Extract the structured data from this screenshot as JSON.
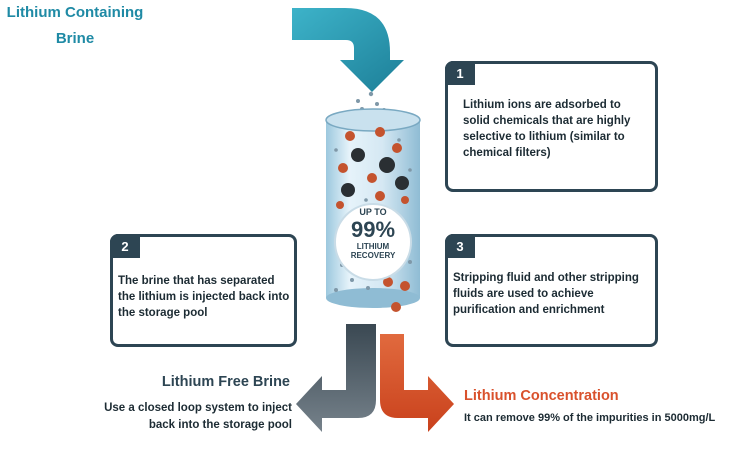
{
  "input": {
    "line1": "Lithium Containing",
    "line2": "Brine"
  },
  "column": {
    "line1": "UP TO",
    "percent": "99%",
    "line3": "LITHIUM",
    "line4": "RECOVERY"
  },
  "steps": [
    {
      "number": "1",
      "text": "Lithium ions are adsorbed to solid chemicals that are highly selective to lithium (similar to chemical filters)"
    },
    {
      "number": "2",
      "text": "The brine that has separated the lithium is injected back into the storage pool"
    },
    {
      "number": "3",
      "text": "Stripping fluid and other stripping fluids are used to achieve purification and enrichment"
    }
  ],
  "outputs": {
    "free": {
      "title": "Lithium Free Brine",
      "desc": "Use a closed loop system to inject back into the storage pool"
    },
    "concentration": {
      "title": "Lithium Concentration",
      "desc": "It can remove 99% of the impurities in 5000mg/L"
    }
  },
  "colors": {
    "teal": "#1f8aa5",
    "dark": "#2d4553",
    "orange": "#d9512c",
    "grey_arrow": "#5a6670",
    "particle": "#c4532e"
  }
}
